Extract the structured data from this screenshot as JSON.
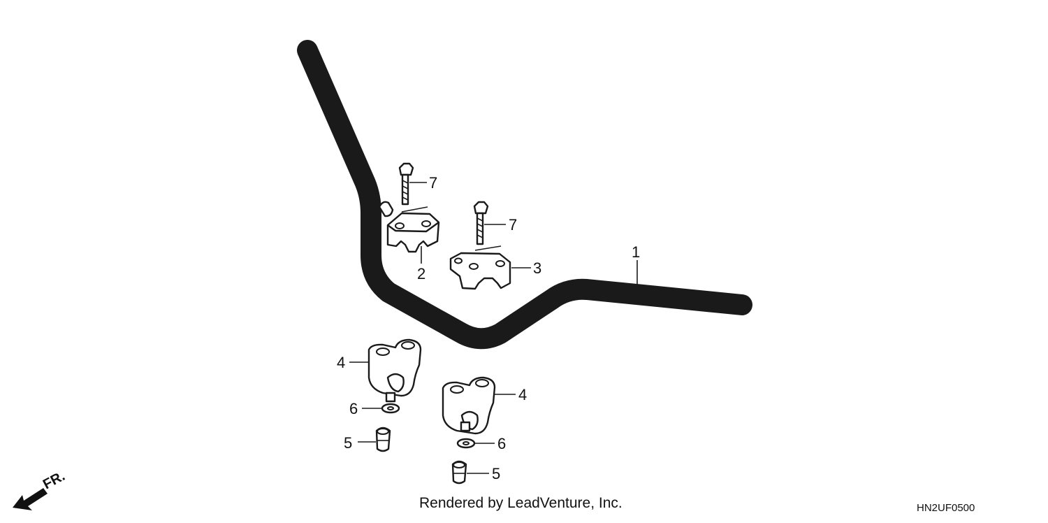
{
  "callouts": {
    "handlebar": "1",
    "upper_holder_left": "2",
    "upper_holder_right": "3",
    "lower_holder_left": "4",
    "lower_holder_right": "4",
    "nut_left": "5",
    "nut_right": "5",
    "washer_left": "6",
    "washer_right": "6",
    "bolt_left": "7",
    "bolt_right": "7"
  },
  "front_indicator": "FR.",
  "credit": "Rendered by LeadVenture, Inc.",
  "diagram_code": "HN2UF0500",
  "colors": {
    "line": "#1a1a1a",
    "background": "#ffffff"
  },
  "icons": [
    "front-arrow-icon"
  ]
}
